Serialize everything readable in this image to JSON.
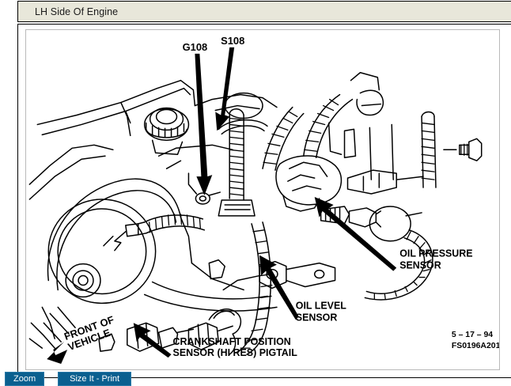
{
  "header": {
    "title": "LH Side Of Engine"
  },
  "diagram": {
    "alt": "Line drawing of left-hand side of engine showing wiring harness, grounds and sensors",
    "callouts": [
      {
        "id": "g108",
        "label": "G108"
      },
      {
        "id": "s108",
        "label": "S108"
      },
      {
        "id": "oil-pressure-sensor",
        "label_line1": "OIL PRESSURE",
        "label_line2": "SENSOR"
      },
      {
        "id": "oil-level-sensor",
        "label_line1": "OIL LEVEL",
        "label_line2": "SENSOR"
      },
      {
        "id": "crankshaft-position-sensor",
        "label_line1": "CRANKSHAFT POSITION",
        "label_line2": "SENSOR (HI RES) PIGTAIL"
      }
    ],
    "orientation": {
      "line1": "FRONT OF",
      "line2": "VEHICLE"
    },
    "figure": {
      "date": "5 – 17 – 94",
      "number": "FS0196A201"
    }
  },
  "toolbar": {
    "zoom_label": "Zoom",
    "print_label": "Size It - Print"
  },
  "colors": {
    "header_bg": "#e8e7da",
    "button_bg": "#0a5f8f",
    "ink": "#000000",
    "plate_border": "#b9b9b9"
  }
}
